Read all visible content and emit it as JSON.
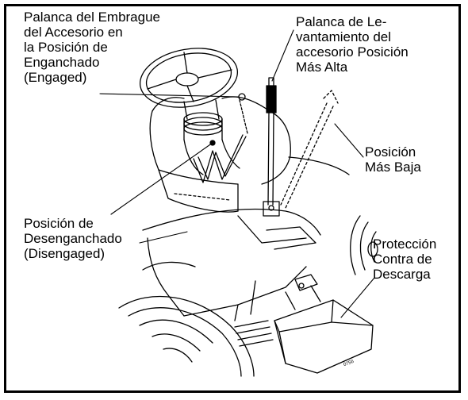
{
  "labels": {
    "clutch_engaged": "Palanca del Embrague\ndel Accesorio en\nla Posición de\nEnganchado\n(Engaged)",
    "lift_highest": "Palanca de Le-\nvantamiento del\naccesorio Posición\nMás Alta",
    "lowest": "Posición\nMás Baja",
    "disengaged": "Posición de\nDesenganchado\n(Disengaged)",
    "discharge": "Protección\nContra de\nDescarga"
  },
  "figure_code": "0756",
  "colors": {
    "line": "#000000",
    "background": "#ffffff"
  }
}
